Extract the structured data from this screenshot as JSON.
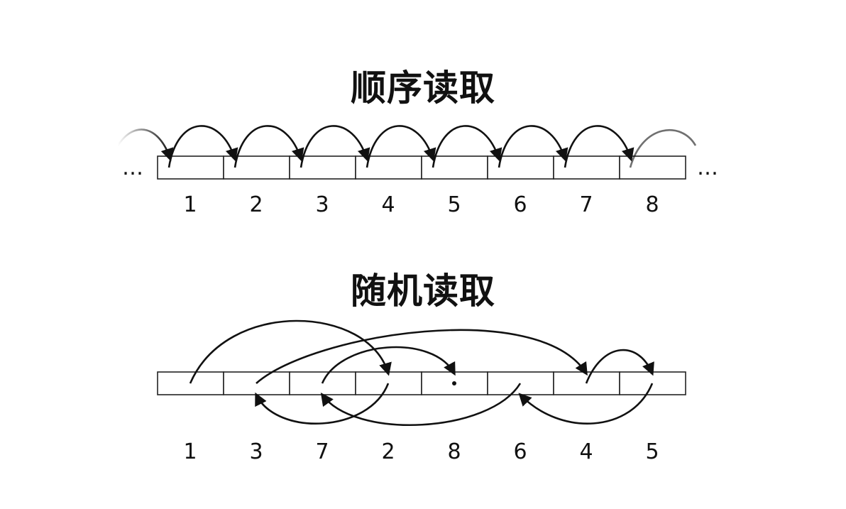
{
  "sequential": {
    "title": "顺序读取",
    "labels": [
      "1",
      "2",
      "3",
      "4",
      "5",
      "6",
      "7",
      "8"
    ],
    "ellipsis": "…"
  },
  "random": {
    "title": "随机读取",
    "labels": [
      "1",
      "3",
      "7",
      "2",
      "8",
      "6",
      "4",
      "5"
    ],
    "read_order": [
      1,
      4,
      2,
      7,
      8,
      6,
      3,
      5
    ]
  }
}
